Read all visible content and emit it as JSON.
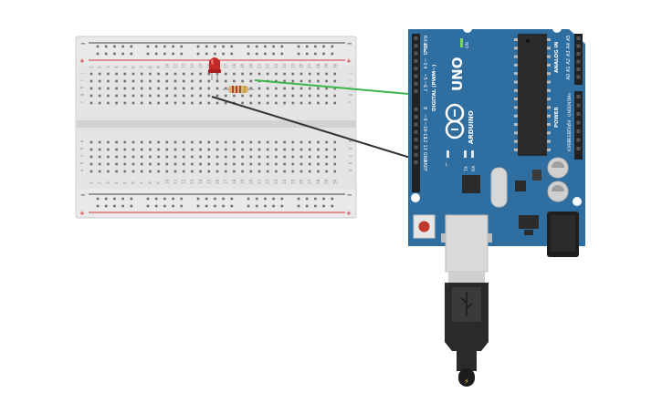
{
  "breadboard": {
    "rail_plus": "+",
    "rail_minus": "−",
    "rows_top": [
      "j",
      "i",
      "h",
      "g",
      "f"
    ],
    "rows_bottom": [
      "e",
      "d",
      "c",
      "b",
      "a"
    ],
    "columns": [
      "1",
      "2",
      "3",
      "4",
      "5",
      "6",
      "7",
      "8",
      "9",
      "10",
      "11",
      "12",
      "13",
      "14",
      "15",
      "16",
      "17",
      "18",
      "19",
      "20",
      "21",
      "22",
      "23",
      "24",
      "25",
      "26",
      "27",
      "28",
      "29",
      "30"
    ]
  },
  "arduino": {
    "model": "UNO",
    "brand": "ARDUINO",
    "on_label": "ON",
    "tx_label": "TX",
    "rx_label": "RX",
    "l_label": "L",
    "digital_title": "DIGITAL (PWM~)",
    "aref": "AREF",
    "gnd": "GND",
    "digital_pins": [
      "RX◄0",
      "TX►1",
      "2",
      "~3",
      "4",
      "~5",
      "~6",
      "7",
      "8",
      "~9",
      "~10",
      "~11",
      "12",
      "13",
      "GND",
      "AREF"
    ],
    "analog_title": "ANALOG IN",
    "analog_pins": [
      "A5",
      "A4",
      "A3",
      "A2",
      "A1",
      "A0"
    ],
    "power_title": "POWER",
    "power_pins": [
      "Vin",
      "GND",
      "GND",
      "5V",
      "3.3V",
      "RESET",
      "IOREF"
    ]
  },
  "usb": {
    "bolt": "⚡"
  },
  "colors": {
    "board_blue": "#2f6ea1",
    "breadboard": "#e6e6e6",
    "rail_red": "#d63b3b",
    "rail_gray": "#444444",
    "wire_green": "#3db54a",
    "wire_black": "#333333",
    "led_red": "#c62828"
  }
}
